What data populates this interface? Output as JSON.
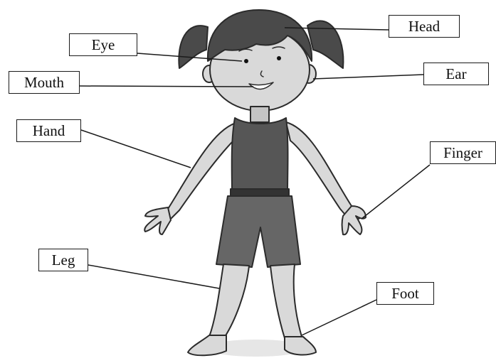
{
  "labels": {
    "head": "Head",
    "eye": "Eye",
    "mouth": "Mouth",
    "ear": "Ear",
    "hand": "Hand",
    "finger": "Finger",
    "leg": "Leg",
    "foot": "Foot"
  },
  "colors": {
    "line": "#1a1a1a",
    "skin": "#d9d9d9",
    "skin_shade": "#c4c4c4",
    "hair": "#4a4a4a",
    "shirt": "#565656",
    "shorts": "#666666",
    "outline": "#2b2b2b"
  }
}
